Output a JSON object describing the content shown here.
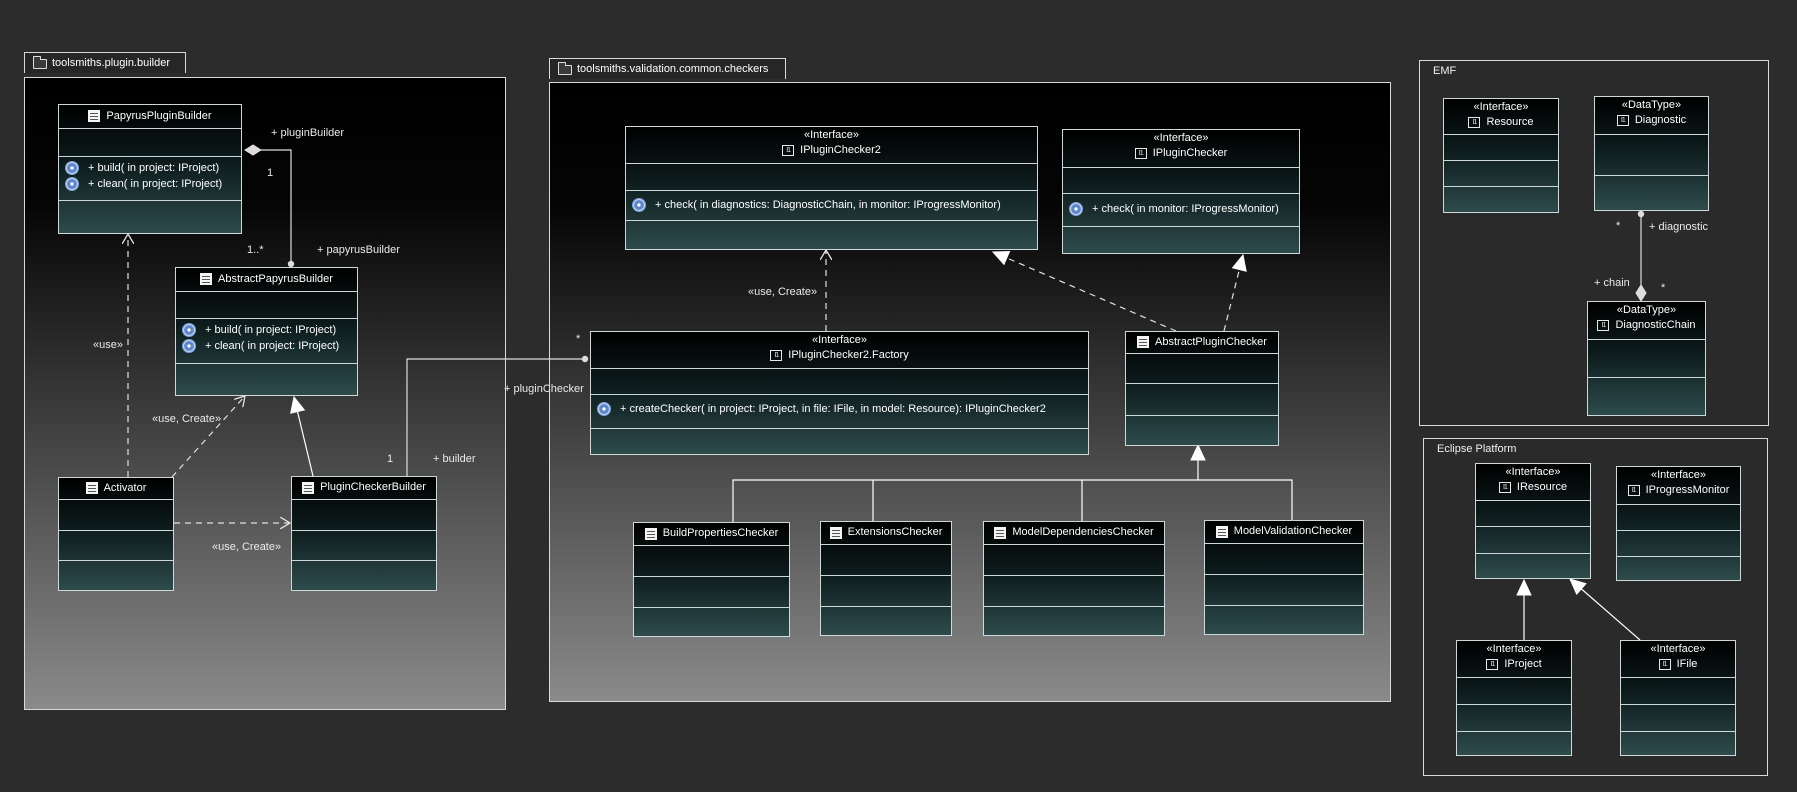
{
  "packages": {
    "builder": {
      "title": "toolsmiths.plugin.builder"
    },
    "checkers": {
      "title": "toolsmiths.validation.common.checkers"
    }
  },
  "regions": {
    "emf": {
      "title": "EMF"
    },
    "eclipse": {
      "title": "Eclipse Platform"
    }
  },
  "classes": {
    "papyrus_plugin_builder": {
      "name": "PapyrusPluginBuilder",
      "ops": [
        "+ build(  in project: IProject)",
        "+ clean(  in project: IProject)"
      ]
    },
    "abstract_papyrus_builder": {
      "name": "AbstractPapyrusBuilder",
      "ops": [
        "+ build(  in project: IProject)",
        "+ clean(  in project: IProject)"
      ]
    },
    "activator": {
      "name": "Activator"
    },
    "plugin_checker_builder": {
      "name": "PluginCheckerBuilder"
    },
    "iplugin_checker2": {
      "stereotype": "«Interface»",
      "name": "IPluginChecker2",
      "ops": [
        "+ check(  in diagnostics: DiagnosticChain,   in monitor: IProgressMonitor)"
      ]
    },
    "iplugin_checker": {
      "stereotype": "«Interface»",
      "name": "IPluginChecker",
      "ops": [
        "+ check(  in monitor: IProgressMonitor)"
      ]
    },
    "iplugin_checker2_factory": {
      "stereotype": "«Interface»",
      "name": "IPluginChecker2.Factory",
      "ops": [
        "+ createChecker(  in project: IProject,   in file: IFile,   in model: Resource): IPluginChecker2"
      ]
    },
    "abstract_plugin_checker": {
      "name": "AbstractPluginChecker"
    },
    "build_properties_checker": {
      "name": "BuildPropertiesChecker"
    },
    "extensions_checker": {
      "name": "ExtensionsChecker"
    },
    "model_dependencies_checker": {
      "name": "ModelDependenciesChecker"
    },
    "model_validation_checker": {
      "name": "ModelValidationChecker"
    },
    "resource": {
      "stereotype": "«Interface»",
      "name": "Resource"
    },
    "diagnostic": {
      "stereotype": "«DataType»",
      "name": "Diagnostic"
    },
    "diagnostic_chain": {
      "stereotype": "«DataType»",
      "name": "DiagnosticChain"
    },
    "iresource": {
      "stereotype": "«Interface»",
      "name": "IResource"
    },
    "iprogress_monitor": {
      "stereotype": "«Interface»",
      "name": "IProgressMonitor"
    },
    "iproject": {
      "stereotype": "«Interface»",
      "name": "IProject"
    },
    "ifile": {
      "stereotype": "«Interface»",
      "name": "IFile"
    }
  },
  "labels": {
    "plugin_builder_role": "+ pluginBuilder",
    "plugin_builder_mult": "1",
    "papyrus_builder_mult": "1..*",
    "papyrus_builder_role": "+ papyrusBuilder",
    "use": "«use»",
    "use_create_1": "«use, Create»",
    "use_create_2": "«use, Create»",
    "use_create_3": "«use, Create»",
    "plugin_checker_role": "+ pluginChecker",
    "plugin_checker_mult": "*",
    "builder_mult": "1",
    "builder_role": "+ builder",
    "diag_mult": "*",
    "diag_role": "+ diagnostic",
    "chain_role": "+ chain",
    "chain_mult": "*"
  }
}
